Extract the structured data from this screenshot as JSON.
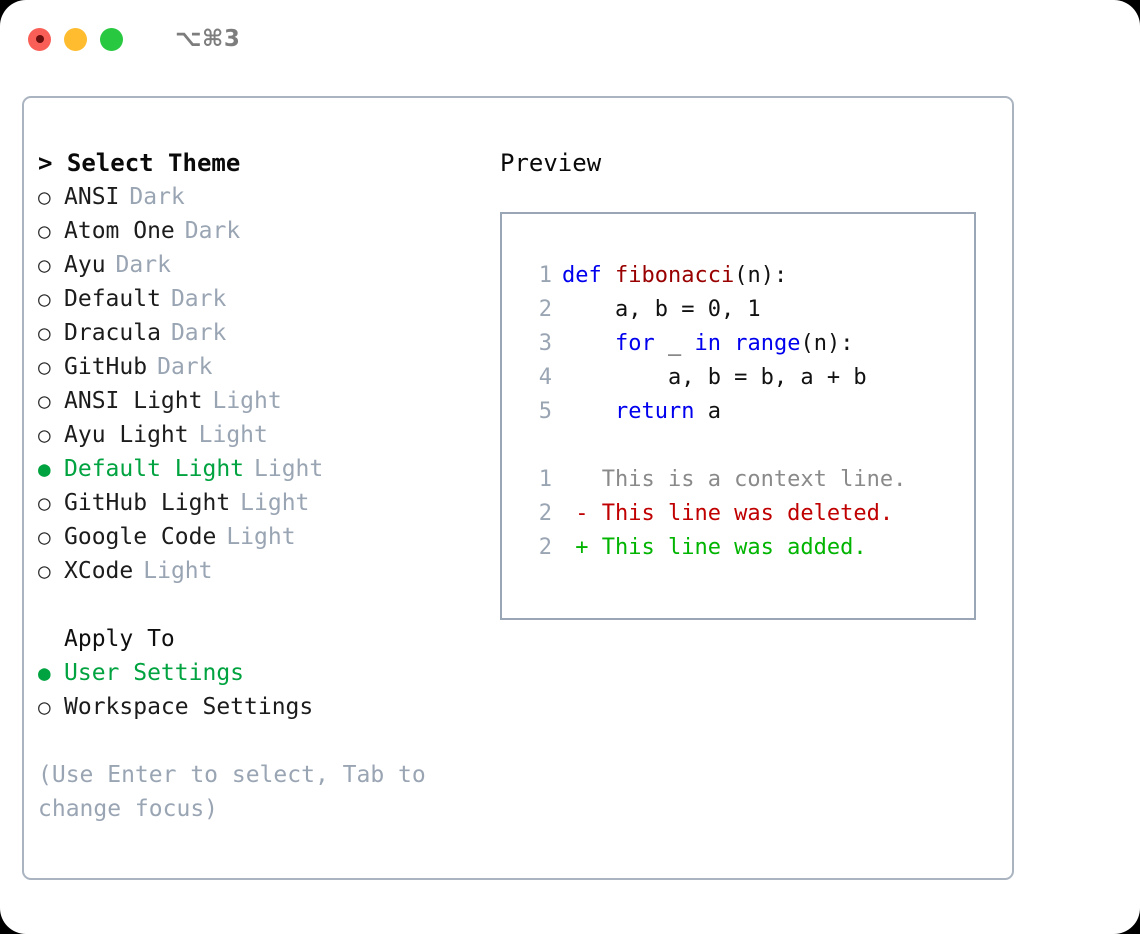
{
  "titlebar": {
    "lights": [
      {
        "name": "close-button",
        "color": "#fa5f57",
        "label": ""
      },
      {
        "name": "minimize-button",
        "color": "#febc2e",
        "label": ""
      },
      {
        "name": "zoom-button",
        "color": "#28c840",
        "label": ""
      }
    ],
    "shortcut": "⌥⌘3"
  },
  "theme_selector": {
    "header": "> Select Theme",
    "options": [
      {
        "bullet": "○",
        "label": "ANSI",
        "tag": "Dark",
        "selected": false
      },
      {
        "bullet": "○",
        "label": "Atom One",
        "tag": "Dark",
        "selected": false
      },
      {
        "bullet": "○",
        "label": "Ayu",
        "tag": "Dark",
        "selected": false
      },
      {
        "bullet": "○",
        "label": "Default",
        "tag": "Dark",
        "selected": false
      },
      {
        "bullet": "○",
        "label": "Dracula",
        "tag": "Dark",
        "selected": false
      },
      {
        "bullet": "○",
        "label": "GitHub",
        "tag": "Dark",
        "selected": false
      },
      {
        "bullet": "○",
        "label": "ANSI Light",
        "tag": "Light",
        "selected": false
      },
      {
        "bullet": "○",
        "label": "Ayu Light",
        "tag": "Light",
        "selected": false
      },
      {
        "bullet": "●",
        "label": "Default Light",
        "tag": "Light",
        "selected": true
      },
      {
        "bullet": "○",
        "label": "GitHub Light",
        "tag": "Light",
        "selected": false
      },
      {
        "bullet": "○",
        "label": "Google Code",
        "tag": "Light",
        "selected": false
      },
      {
        "bullet": "○",
        "label": "XCode",
        "tag": "Light",
        "selected": false
      }
    ]
  },
  "apply_to": {
    "title": "Apply To",
    "options": [
      {
        "bullet": "●",
        "label": "User Settings",
        "selected": true
      },
      {
        "bullet": "○",
        "label": "Workspace Settings",
        "selected": false
      }
    ]
  },
  "hint": "(Use Enter to select, Tab to change focus)",
  "preview": {
    "title": "Preview",
    "code_lines": [
      {
        "num": "1",
        "tokens": [
          {
            "text": "def ",
            "cls": "tok-kw"
          },
          {
            "text": "fibonacci",
            "cls": "tok-fn"
          },
          {
            "text": "(n):",
            "cls": "tok-plain"
          }
        ]
      },
      {
        "num": "2",
        "tokens": [
          {
            "text": "    a, b = 0, 1",
            "cls": "tok-plain"
          }
        ]
      },
      {
        "num": "3",
        "tokens": [
          {
            "text": "    ",
            "cls": "tok-plain"
          },
          {
            "text": "for",
            "cls": "tok-kw"
          },
          {
            "text": " _ ",
            "cls": "tok-plain"
          },
          {
            "text": "in",
            "cls": "tok-kw"
          },
          {
            "text": " ",
            "cls": "tok-plain"
          },
          {
            "text": "range",
            "cls": "tok-kw"
          },
          {
            "text": "(n):",
            "cls": "tok-plain"
          }
        ]
      },
      {
        "num": "4",
        "tokens": [
          {
            "text": "        a, b = b, a + b",
            "cls": "tok-plain"
          }
        ]
      },
      {
        "num": "5",
        "tokens": [
          {
            "text": "    ",
            "cls": "tok-plain"
          },
          {
            "text": "return",
            "cls": "tok-kw"
          },
          {
            "text": " a",
            "cls": "tok-plain"
          }
        ]
      },
      {
        "num": "",
        "tokens": []
      },
      {
        "num": "1",
        "tokens": [
          {
            "text": "   This is a context line.",
            "cls": "tok-ctx"
          }
        ]
      },
      {
        "num": "2",
        "tokens": [
          {
            "text": " - This line was deleted.",
            "cls": "tok-del"
          }
        ]
      },
      {
        "num": "2",
        "tokens": [
          {
            "text": " + This line was added.",
            "cls": "tok-add"
          }
        ]
      }
    ]
  },
  "colors": {
    "accent_green": "#00a33f",
    "muted": "#9aa5b4",
    "keyword": "#0000ee",
    "function": "#990000",
    "diff_deleted": "#c00000",
    "diff_added": "#00b400",
    "panel_border": "#aab4c0"
  }
}
